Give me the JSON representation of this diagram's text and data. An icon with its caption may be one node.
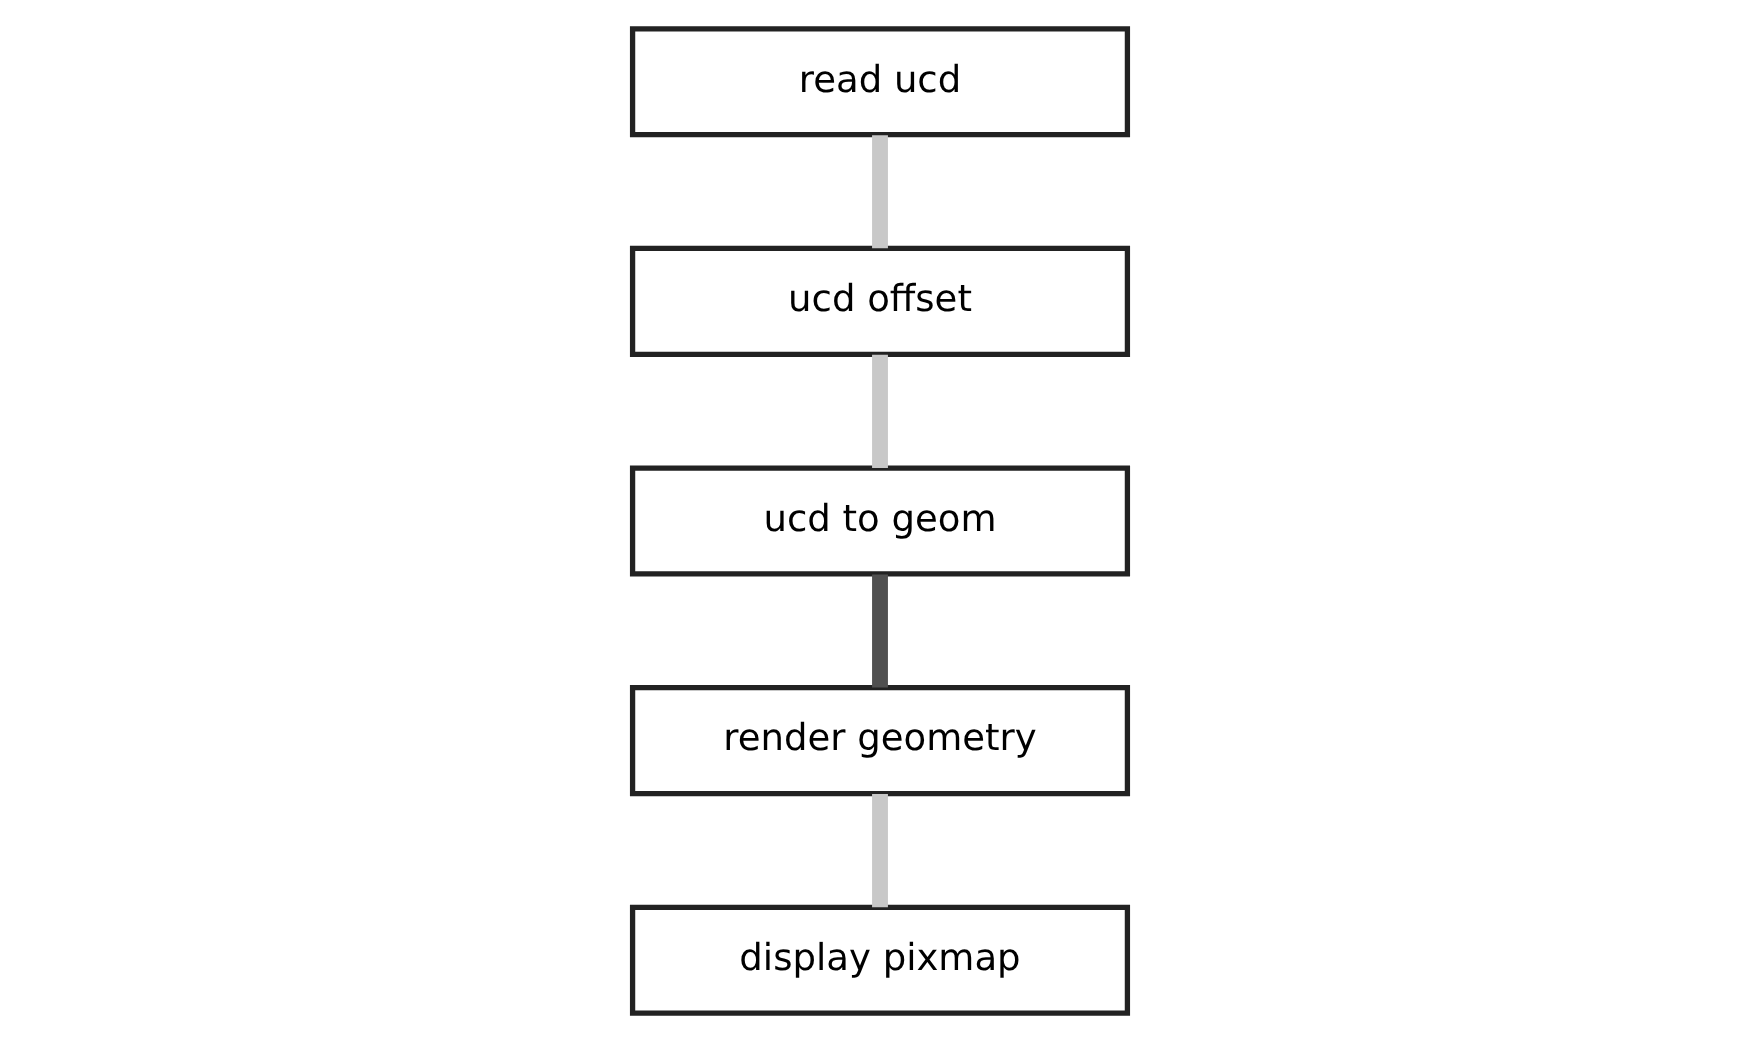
{
  "diagram": {
    "nodes": [
      {
        "text": [
          "read ucd"
        ]
      },
      {
        "text": [
          "ucd offset"
        ]
      },
      {
        "text": [
          "ucd to geom"
        ]
      },
      {
        "text": [
          "render geometry"
        ]
      },
      {
        "text": [
          "display pixmap"
        ]
      }
    ],
    "edges": [
      {
        "from": 0,
        "to": 1,
        "arrow": "none"
      },
      {
        "from": 1,
        "to": 2,
        "arrow": "none"
      },
      {
        "from": 2,
        "to": 3,
        "arrow": "none",
        "color": "#505050"
      },
      {
        "from": 3,
        "to": 4,
        "arrow": "none"
      }
    ]
  }
}
